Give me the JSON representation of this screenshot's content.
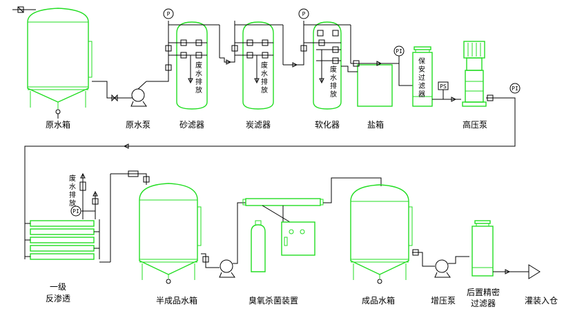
{
  "labels": {
    "raw_tank": "原水箱",
    "raw_pump": "原水泵",
    "sand_filter": "砂滤器",
    "carbon_filter": "炭滤器",
    "softener": "软化器",
    "salt_tank": "盐箱",
    "high_pressure_pump": "高压泵",
    "ro_line1": "一级",
    "ro_line2": "反渗透",
    "semi_tank": "半成品水箱",
    "ozone": "臭氧杀菌装置",
    "product_tank": "成品水箱",
    "booster_pump": "增压泵",
    "post_filter_line1": "后置精密",
    "post_filter_line2": "过滤器",
    "bottling": "灌装入仓"
  },
  "vertical_labels": {
    "security_filter": [
      "保",
      "安",
      "过",
      "滤",
      "器"
    ],
    "waste1": [
      "废",
      "水",
      "排",
      "放"
    ],
    "waste2": [
      "废",
      "水",
      "排",
      "放"
    ],
    "waste3": [
      "废",
      "水",
      "排",
      "放"
    ],
    "waste_ro": [
      "废",
      "水",
      "排",
      "放"
    ]
  },
  "gauges": {
    "p": "P",
    "pi": "PI",
    "ps": "PS"
  }
}
